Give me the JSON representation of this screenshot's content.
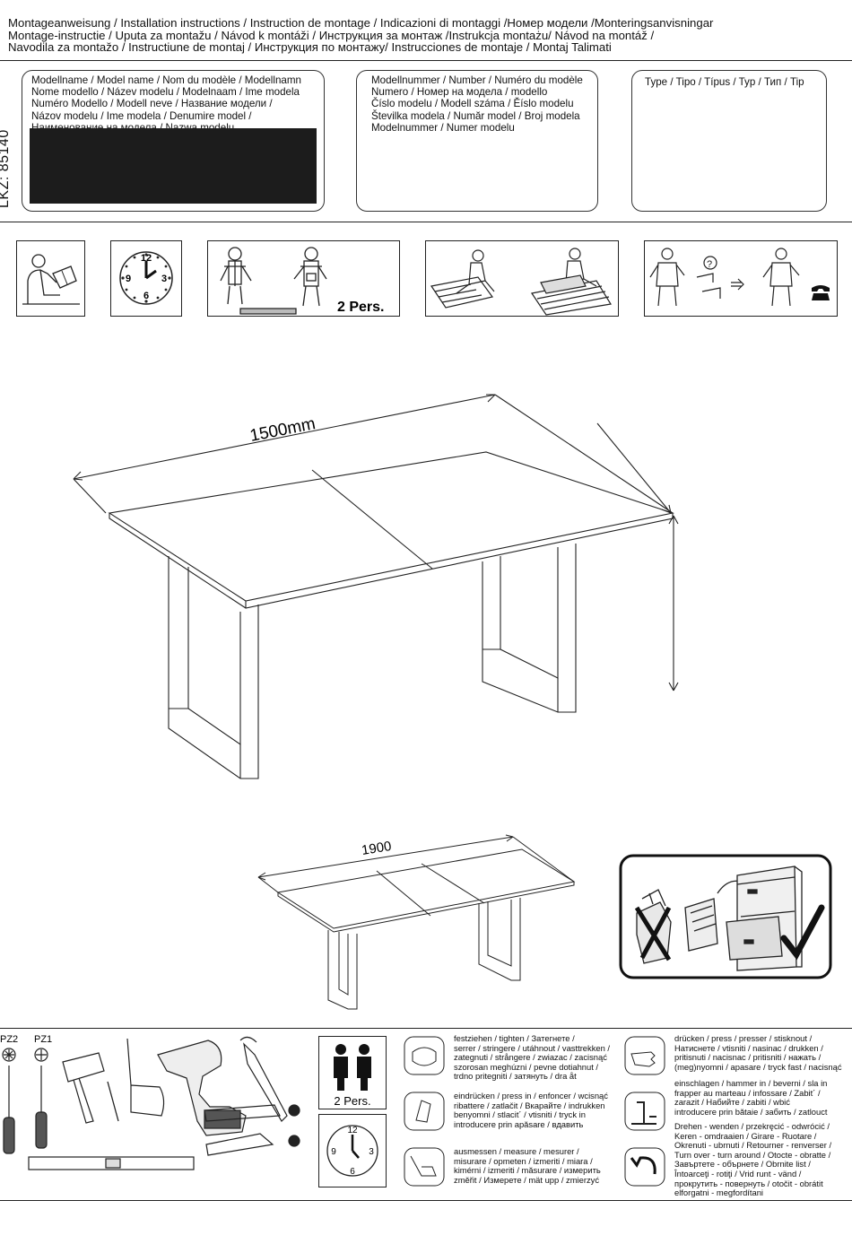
{
  "header": {
    "lines": [
      "Montageanweisung   / Installation instructions / Instruction de montage / Indicazioni di montaggi /Номер модели /Monteringsanvisningar",
      "Montage-instructie / Uputa za montažu / Návod k montáži / Инструкция за монтаж /Instrukcja montażu/ Návod na montáž /",
      "Navodila za montažo / Instructiune de montaj / Инструкция по монтажу/ Instrucciones de montaje / Montaj Talimati"
    ]
  },
  "model_name_box": {
    "label": "Modellname / Model name / Nom du modèle / Modellnamn\nNome modello / Název modelu / Modelnaam / Ime modela\nNuméro Modello / Modell neve / Название модели /\nNázov modelu / Ime modela / Denumire model /\nНаименование на модела / Nazwa modelu"
  },
  "model_number_box": {
    "label": "Modellnummer / Number / Numéro du modèle\nNumero /  Номер на модела / modello\nČíslo modelu / Modell száma / Ěíslo modelu\nŠtevilka modela / Număr model / Broj modela\nModelnummer / Numer modelu"
  },
  "type_box": {
    "label": "Type / Tipo / Típus / Typ / Тип / Tip"
  },
  "lkz": "LKZ: 85140",
  "icons_row": {
    "pers_label": "2 Pers."
  },
  "drawings": {
    "dim_width_1": "1500mm",
    "dim_width_2": "1900"
  },
  "tools": {
    "pz2": "PZ2",
    "pz1": "PZ1",
    "pers_label": "2 Pers.",
    "clock": [
      "12",
      "3",
      "6",
      "9"
    ]
  },
  "legend": {
    "tighten": "festziehen / tighten / Затегнете /\nserrer / stringere / utáhnout / vasttrekken /\nzategnuti / strångere / zwiazac / zacisnąć\nszorosan meghúzni / pevne dotiahnut /\ntrdno pritegniti / затянуть / dra åt",
    "press_in": "eindrücken / press in / enfoncer / wcisnąć\nribattere / zatlačit / Вкарайте / indrukken\nbenyomni / stlacit´ / vtisniti / tryck in\nintroducere prin apăsare / вдавить",
    "measure": "ausmessen / measure / mesurer /\nmisurare / opmeten / izmeriti / miara /\nkimérni / izmeriti / măsurare / измерить\nzměřit / Измерете / mät upp / zmierzyć",
    "press": "drücken / press / presser / stisknout /\nНатиснете / vtisniti / nasinac / drukken /\npritisnuti / nacisnac / pritisniti / нажать /\n(meg)nyomni / apasare / tryck fast / nacisnąć",
    "hammer": "einschlagen / hammer in / beverni / sla in\nfrapper au marteau / infossare / Zabit´ /\nzarazit / Набийте / zabiti / wbić\nintroducere prin bătaie / забить / zatlouct",
    "turn": "Drehen - wenden / przekręcić - odwrócić /\nKeren - omdraaien / Girare - Ruotare /\nOkrenuti - ubrnuti / Retourner - renverser /\nTurn over - turn around / Otocte - obratte /\nЗавъртете - обърнете / Obrnite list /\nÎntoarceţi - rotiţi / Vrid runt - vänd /\nпрокрутить - повернуть / otočit - obrátit\nelforgatni - megfordítani"
  }
}
